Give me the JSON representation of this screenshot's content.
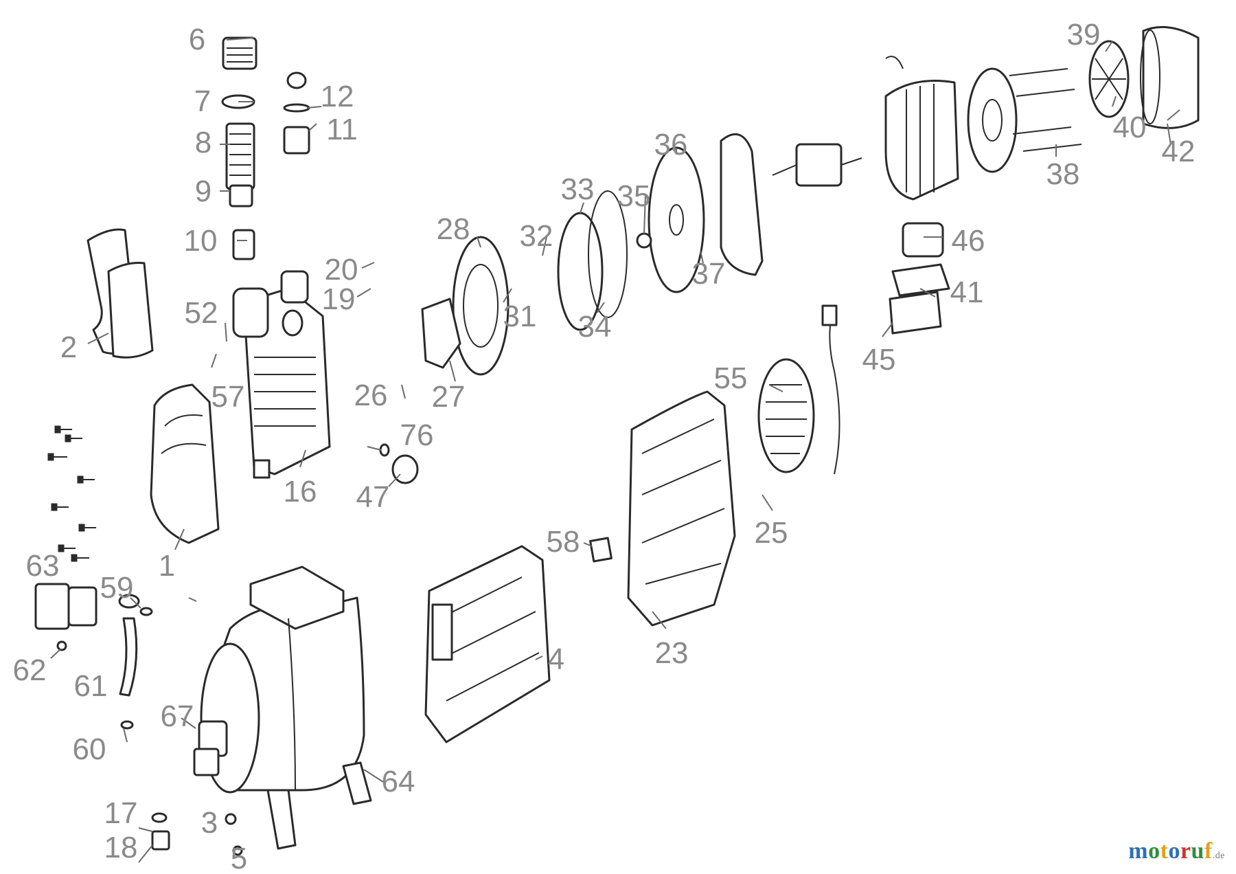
{
  "diagram": {
    "parts": [
      {
        "id": "p1",
        "text": "1"
      },
      {
        "id": "p2",
        "text": "2"
      },
      {
        "id": "p3",
        "text": "3"
      },
      {
        "id": "p4",
        "text": "4"
      },
      {
        "id": "p5",
        "text": "5"
      },
      {
        "id": "p6",
        "text": "6"
      },
      {
        "id": "p7",
        "text": "7"
      },
      {
        "id": "p8",
        "text": "8"
      },
      {
        "id": "p9",
        "text": "9"
      },
      {
        "id": "p10",
        "text": "10"
      },
      {
        "id": "p11",
        "text": "11"
      },
      {
        "id": "p12",
        "text": "12"
      },
      {
        "id": "p16",
        "text": "16"
      },
      {
        "id": "p17",
        "text": "17"
      },
      {
        "id": "p18",
        "text": "18"
      },
      {
        "id": "p19",
        "text": "19"
      },
      {
        "id": "p20",
        "text": "20"
      },
      {
        "id": "p23",
        "text": "23"
      },
      {
        "id": "p25",
        "text": "25"
      },
      {
        "id": "p26",
        "text": "26"
      },
      {
        "id": "p27",
        "text": "27"
      },
      {
        "id": "p28",
        "text": "28"
      },
      {
        "id": "p31",
        "text": "31"
      },
      {
        "id": "p32",
        "text": "32"
      },
      {
        "id": "p33",
        "text": "33"
      },
      {
        "id": "p34",
        "text": "34"
      },
      {
        "id": "p35",
        "text": "35"
      },
      {
        "id": "p36",
        "text": "36"
      },
      {
        "id": "p37",
        "text": "37"
      },
      {
        "id": "p38",
        "text": "38"
      },
      {
        "id": "p39",
        "text": "39"
      },
      {
        "id": "p40",
        "text": "40"
      },
      {
        "id": "p41",
        "text": "41"
      },
      {
        "id": "p42",
        "text": "42"
      },
      {
        "id": "p45",
        "text": "45"
      },
      {
        "id": "p46",
        "text": "46"
      },
      {
        "id": "p47",
        "text": "47"
      },
      {
        "id": "p52",
        "text": "52"
      },
      {
        "id": "p55",
        "text": "55"
      },
      {
        "id": "p57",
        "text": "57"
      },
      {
        "id": "p58",
        "text": "58"
      },
      {
        "id": "p59",
        "text": "59"
      },
      {
        "id": "p60",
        "text": "60"
      },
      {
        "id": "p61",
        "text": "61"
      },
      {
        "id": "p62",
        "text": "62"
      },
      {
        "id": "p63",
        "text": "63"
      },
      {
        "id": "p64",
        "text": "64"
      },
      {
        "id": "p67",
        "text": "67"
      },
      {
        "id": "p76",
        "text": "76"
      }
    ]
  },
  "watermark": {
    "logo_letters": [
      {
        "ch": "m",
        "color": "#2c6fb7"
      },
      {
        "ch": "o",
        "color": "#2f8f3a"
      },
      {
        "ch": "t",
        "color": "#e4a11b"
      },
      {
        "ch": "o",
        "color": "#2c6fb7"
      },
      {
        "ch": "r",
        "color": "#d2322d"
      },
      {
        "ch": "u",
        "color": "#2f8f3a"
      },
      {
        "ch": "f",
        "color": "#e4a11b"
      }
    ],
    "suffix": ".de"
  }
}
